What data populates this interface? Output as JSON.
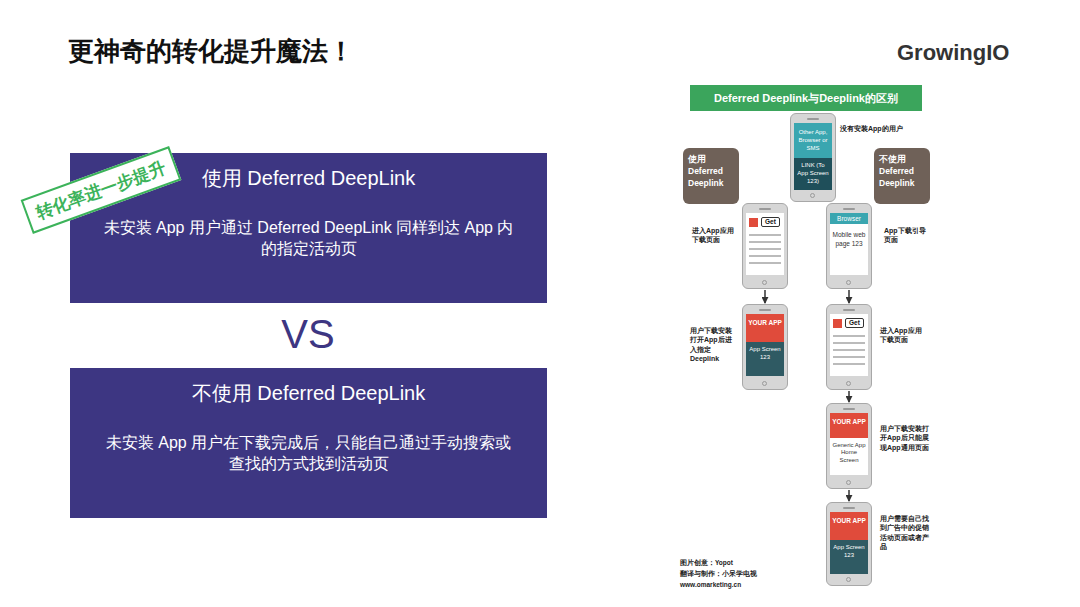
{
  "diagram": {
    "title": "更神奇的转化提升魔法！",
    "nodes": [
      {
        "text": [
          "使用 Deferred DeepLink",
          "未安装 App 用户通过 Deferred DeepLink 同样到达 App 内的指定活动页"
        ]
      },
      {
        "text": [
          "转化率进一步提升"
        ]
      },
      {
        "text": [
          "不使用 Deferred DeepLink",
          "未安装 App 用户在下载完成后，只能自己通过手动搜索或查找的方式找到活动页"
        ]
      },
      {
        "text": [
          "Deferred Deeplink与Deeplink的区别"
        ]
      },
      {
        "text": [
          "Other App, Browser or SMS",
          "LINK (To App Screen 123)"
        ]
      },
      {
        "text": [
          "使用 Deferred Deeplink"
        ]
      },
      {
        "text": [
          "不使用 Deferred Deeplink"
        ]
      },
      {
        "text": [
          "Get"
        ]
      },
      {
        "text": [
          "Browser",
          "Mobile web page 123"
        ]
      },
      {
        "text": [
          "YOUR APP",
          "App Screen 123"
        ]
      },
      {
        "text": [
          "Get"
        ]
      },
      {
        "text": [
          "YOUR APP",
          "Generic App Home Screen"
        ]
      },
      {
        "text": [
          "YOUR APP",
          "App Screen 123"
        ]
      }
    ],
    "edges": [
      {
        "from": 7,
        "to": 9,
        "arrow": "to"
      },
      {
        "from": 8,
        "to": 10,
        "arrow": "to"
      },
      {
        "from": 10,
        "to": 11,
        "arrow": "to"
      },
      {
        "from": 11,
        "to": 12,
        "arrow": "to"
      }
    ],
    "labels": [
      "GrowingIO",
      "VS",
      "没有安装App的用户",
      "进入App应用下载页面",
      "App下载引导页面",
      "用户下载安装打开App后进入指定Deeplink",
      "进入App应用下载页面",
      "用户下载安装打开App后只能展现App通用页面",
      "用户需要自己找到广告中的促销活动页面或者产品",
      "图片创意：Yopot",
      "翻译与制作：小呆学电视",
      "www.omarketing.cn"
    ]
  }
}
